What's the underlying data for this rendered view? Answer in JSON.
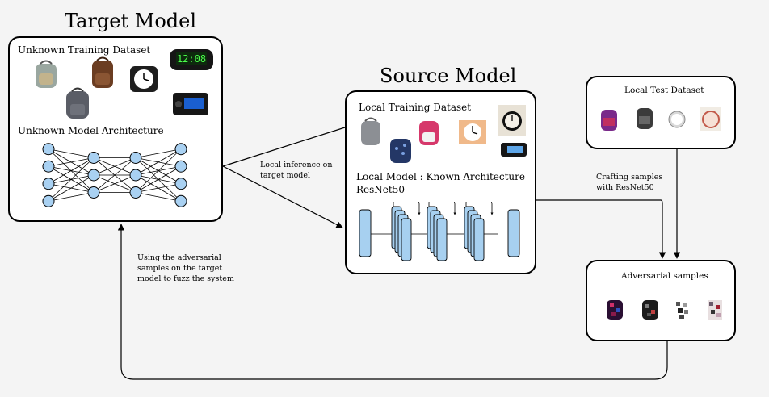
{
  "target_model": {
    "title": "Target Model",
    "training_label": "Unknown Training Dataset",
    "arch_label": "Unknown Model Architecture",
    "clock_display": "12:08"
  },
  "source_model": {
    "title": "Source Model",
    "training_label": "Local Training Dataset",
    "model_label": "Local Model : Known Architecture",
    "arch_name": "ResNet50"
  },
  "local_test": {
    "title": "Local Test Dataset"
  },
  "adversarial": {
    "title": "Adversarial samples"
  },
  "annotations": {
    "inference_line1": "Local inference on",
    "inference_line2": "target model",
    "crafting_line1": "Crafting samples",
    "crafting_line2": "with ResNet50",
    "fuzz_line1": "Using the adversarial",
    "fuzz_line2": "samples on the target",
    "fuzz_line3": "model to fuzz the system"
  },
  "colors": {
    "node_fill": "#a9d1f2",
    "block_fill": "#a7d0f0",
    "stroke": "#000000"
  }
}
